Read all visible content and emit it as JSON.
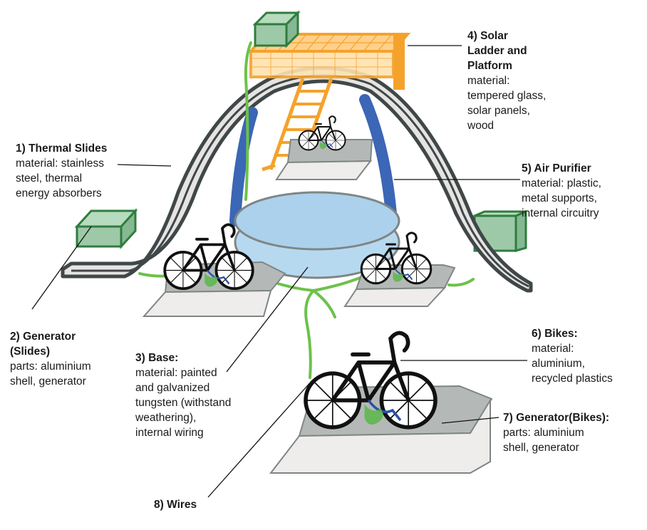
{
  "labels": {
    "thermal_slides": {
      "title": "1) Thermal Slides",
      "desc": [
        "material: stainless",
        "steel, thermal",
        "energy absorbers"
      ]
    },
    "generator_slides": {
      "title": [
        "2) Generator",
        "(Slides)"
      ],
      "desc": [
        "parts: aluminium",
        "shell, generator"
      ]
    },
    "base": {
      "title": "3) Base:",
      "desc": [
        "material: painted",
        "and galvanized",
        "tungsten (withstand",
        "weathering),",
        "internal wiring"
      ]
    },
    "solar": {
      "title": [
        "4) Solar",
        "Ladder and",
        "Platform"
      ],
      "desc": [
        "material:",
        "tempered glass,",
        "solar panels,",
        "wood"
      ]
    },
    "air_purifier": {
      "title": "5) Air Purifier",
      "desc": [
        "material: plastic,",
        "metal supports,",
        "internal circuitry"
      ]
    },
    "bikes": {
      "title": "6) Bikes:",
      "desc": [
        "material:",
        "aluminium,",
        "recycled plastics"
      ]
    },
    "generator_bikes": {
      "title": "7) Generator(Bikes):",
      "desc": [
        "parts: aluminium",
        "shell, generator"
      ]
    },
    "wires": {
      "title": "8) Wires"
    }
  },
  "colors": {
    "slide_fill": "#e6e4e2",
    "slide_stroke": "#3f4749",
    "purifier_blue": "#3c66b6",
    "base_water": "#abd1ec",
    "generator_green": "#9ec9a8",
    "generator_green_stroke": "#2f7d3e",
    "solar_orange": "#f5a22c",
    "wire_green": "#6cc24a",
    "platform_gray": "#9ba1a0",
    "bike_black": "#111111"
  }
}
